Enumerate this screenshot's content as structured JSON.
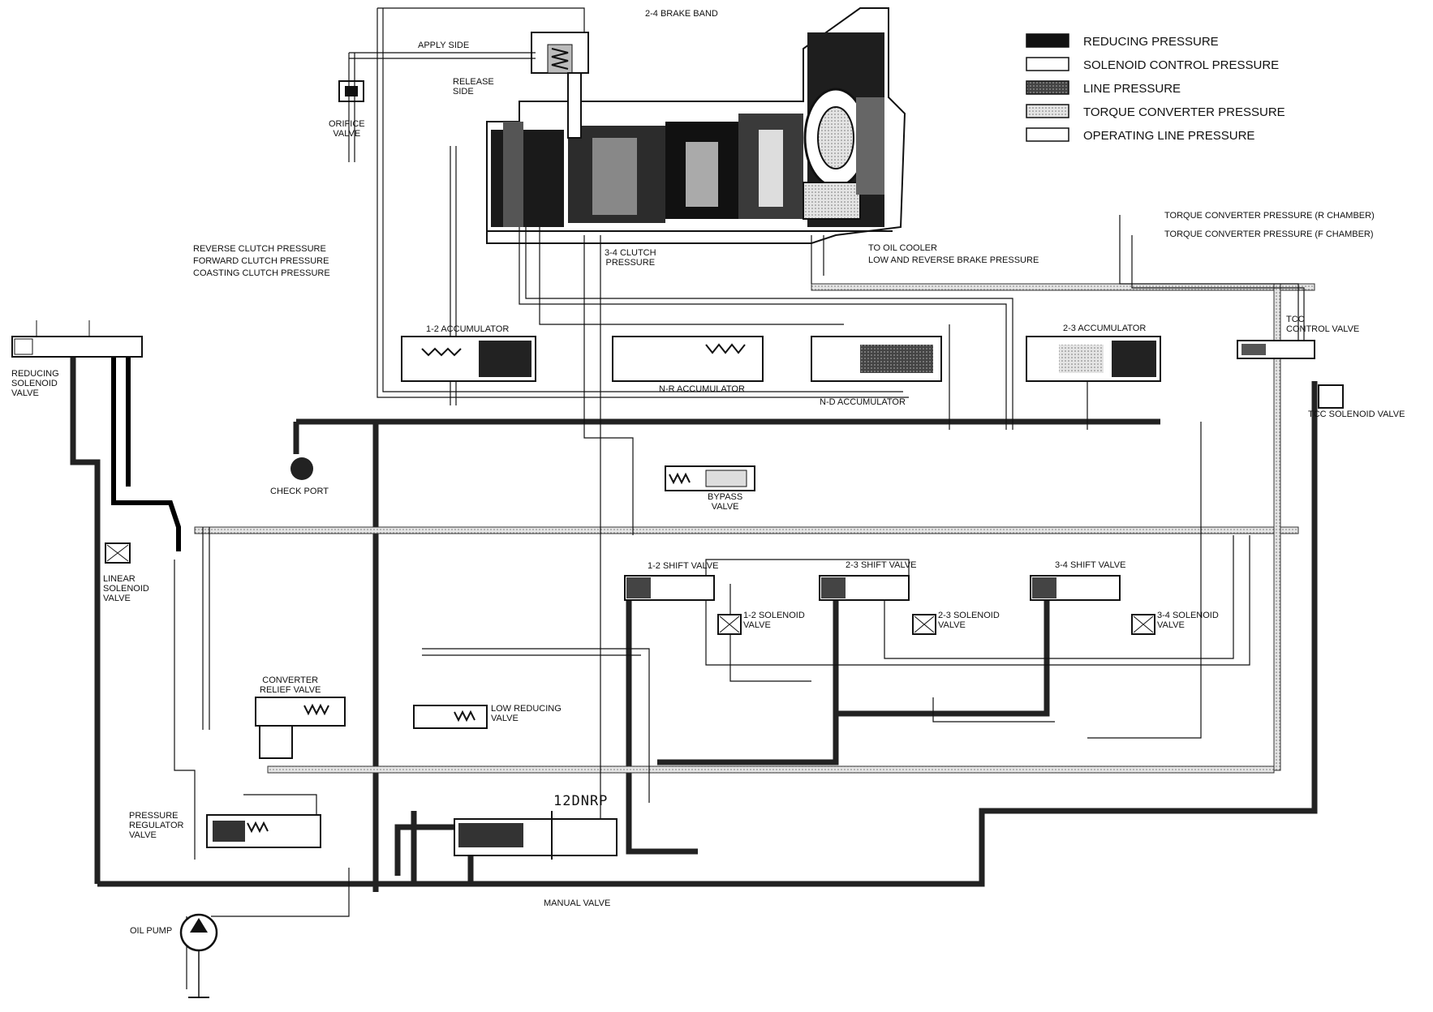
{
  "legend": {
    "items": [
      {
        "label": "REDUCING PRESSURE",
        "fill": "#111111"
      },
      {
        "label": "SOLENOID CONTROL PRESSURE",
        "fill": "#ffffff"
      },
      {
        "label": "LINE PRESSURE",
        "fill": "#3a3a3a"
      },
      {
        "label": "TORQUE CONVERTER PRESSURE",
        "fill": "#cfcfcf"
      },
      {
        "label": "OPERATING LINE PRESSURE",
        "fill": "#ffffff"
      }
    ]
  },
  "labels": {
    "brake_band": "2-4 BRAKE BAND",
    "apply_side": "APPLY SIDE",
    "release_side": "RELEASE\nSIDE",
    "orifice_valve": "ORIFICE\nVALVE",
    "reverse_clutch": "REVERSE CLUTCH PRESSURE",
    "forward_clutch": "FORWARD CLUTCH PRESSURE",
    "coasting_clutch": "COASTING CLUTCH PRESSURE",
    "clutch_34": "3-4 CLUTCH\nPRESSURE",
    "oil_cooler": "TO OIL COOLER",
    "low_reverse": "LOW AND REVERSE BRAKE PRESSURE",
    "tc_r": "TORQUE CONVERTER PRESSURE (R CHAMBER)",
    "tc_f": "TORQUE CONVERTER PRESSURE (F CHAMBER)",
    "reducing_solenoid": "REDUCING\nSOLENOID\nVALVE",
    "acc_12": "1-2 ACCUMULATOR",
    "acc_nr": "N-R ACCUMULATOR",
    "acc_nd": "N-D ACCUMULATOR",
    "acc_23": "2-3 ACCUMULATOR",
    "tcc_control": "TCC\nCONTROL VALVE",
    "tcc_solenoid": "TCC SOLENOID VALVE",
    "check_port": "CHECK PORT",
    "bypass_valve": "BYPASS\nVALVE",
    "linear_solenoid": "LINEAR\nSOLENOID\nVALVE",
    "shift_12": "1-2 SHIFT VALVE",
    "shift_23": "2-3 SHIFT VALVE",
    "shift_34": "3-4 SHIFT VALVE",
    "sol_12": "1-2 SOLENOID\nVALVE",
    "sol_23": "2-3 SOLENOID\nVALVE",
    "sol_34": "3-4 SOLENOID\nVALVE",
    "converter_relief": "CONVERTER\nRELIEF VALVE",
    "low_reducing": "LOW REDUCING\nVALVE",
    "pressure_regulator": "PRESSURE\nREGULATOR\nVALVE",
    "manual_positions": "12DNRP",
    "manual_valve": "MANUAL VALVE",
    "oil_pump": "OIL PUMP"
  }
}
